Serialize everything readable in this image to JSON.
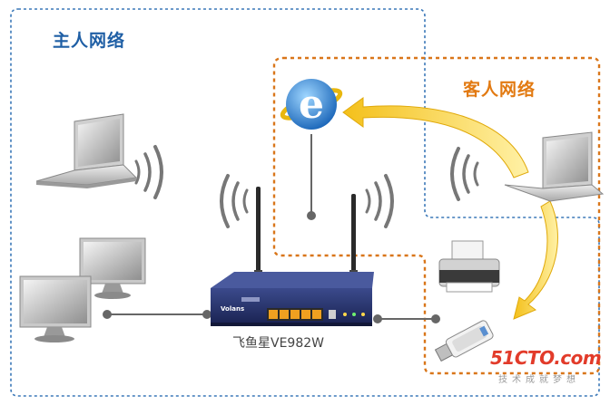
{
  "labels": {
    "main_network": "主人网络",
    "guest_network": "客人网络",
    "router_name": "飞鱼星VE982W",
    "router_brand": "Volans"
  },
  "watermark": {
    "site": "51CTO.com",
    "slogan": "技术成就梦想"
  },
  "colors": {
    "main_network": "#1f5fa5",
    "guest_network": "#e27a12",
    "router_body": "#24306b",
    "guest_arrow": "#f2c21a"
  },
  "icons": [
    "laptop-icon",
    "monitor-icon",
    "router-icon",
    "antenna-icon",
    "wifi-signal-icon",
    "internet-explorer-icon",
    "printer-icon",
    "usb-drive-icon",
    "arrow-icon"
  ]
}
